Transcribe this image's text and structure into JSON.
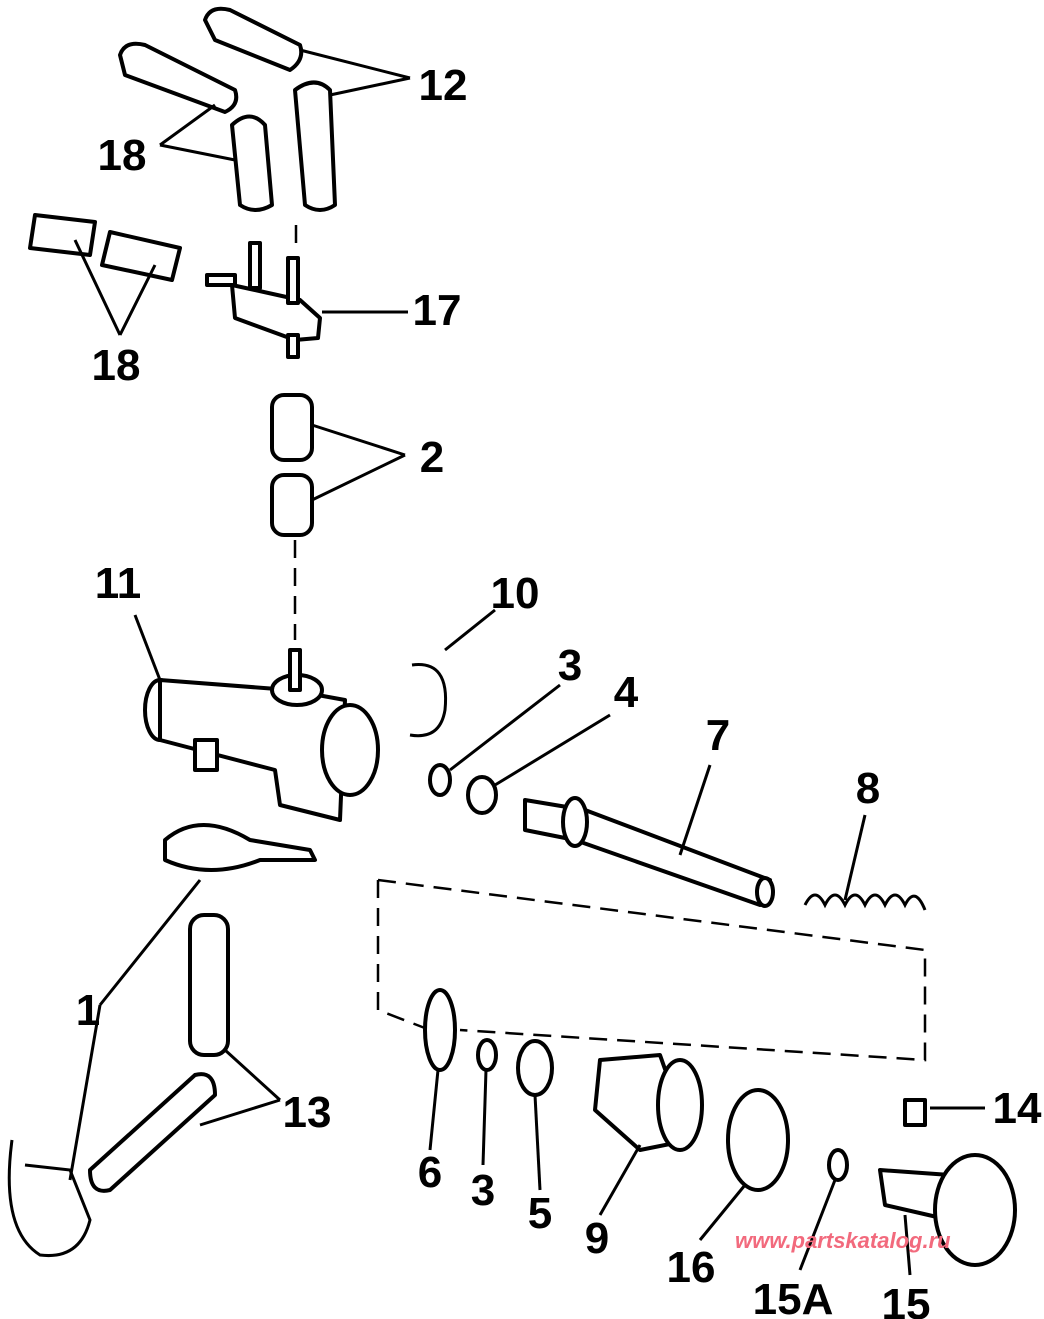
{
  "diagram": {
    "callouts": [
      "12",
      "18",
      "17",
      "18",
      "2",
      "11",
      "10",
      "3",
      "4",
      "7",
      "8",
      "1",
      "13",
      "14",
      "6",
      "3",
      "5",
      "9",
      "16",
      "15A",
      "15"
    ],
    "watermark": "www.partskatalog.ru",
    "watermark_color": "#f26a7d"
  }
}
